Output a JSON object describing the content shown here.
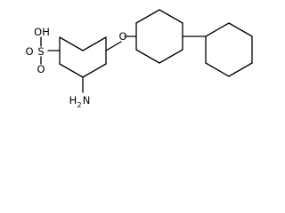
{
  "molecule": {
    "labels": {
      "hydroxyl": "OH",
      "sulfur": "S",
      "sulfonyl_oxygen_top": "O",
      "sulfonyl_oxygen_bottom": "O",
      "ether_oxygen": "O",
      "amine_h": "H",
      "amine_h_count": "2",
      "amine_n": "N"
    }
  },
  "colors": {
    "bond": "#000000",
    "text": "#000000",
    "background": "#ffffff"
  }
}
